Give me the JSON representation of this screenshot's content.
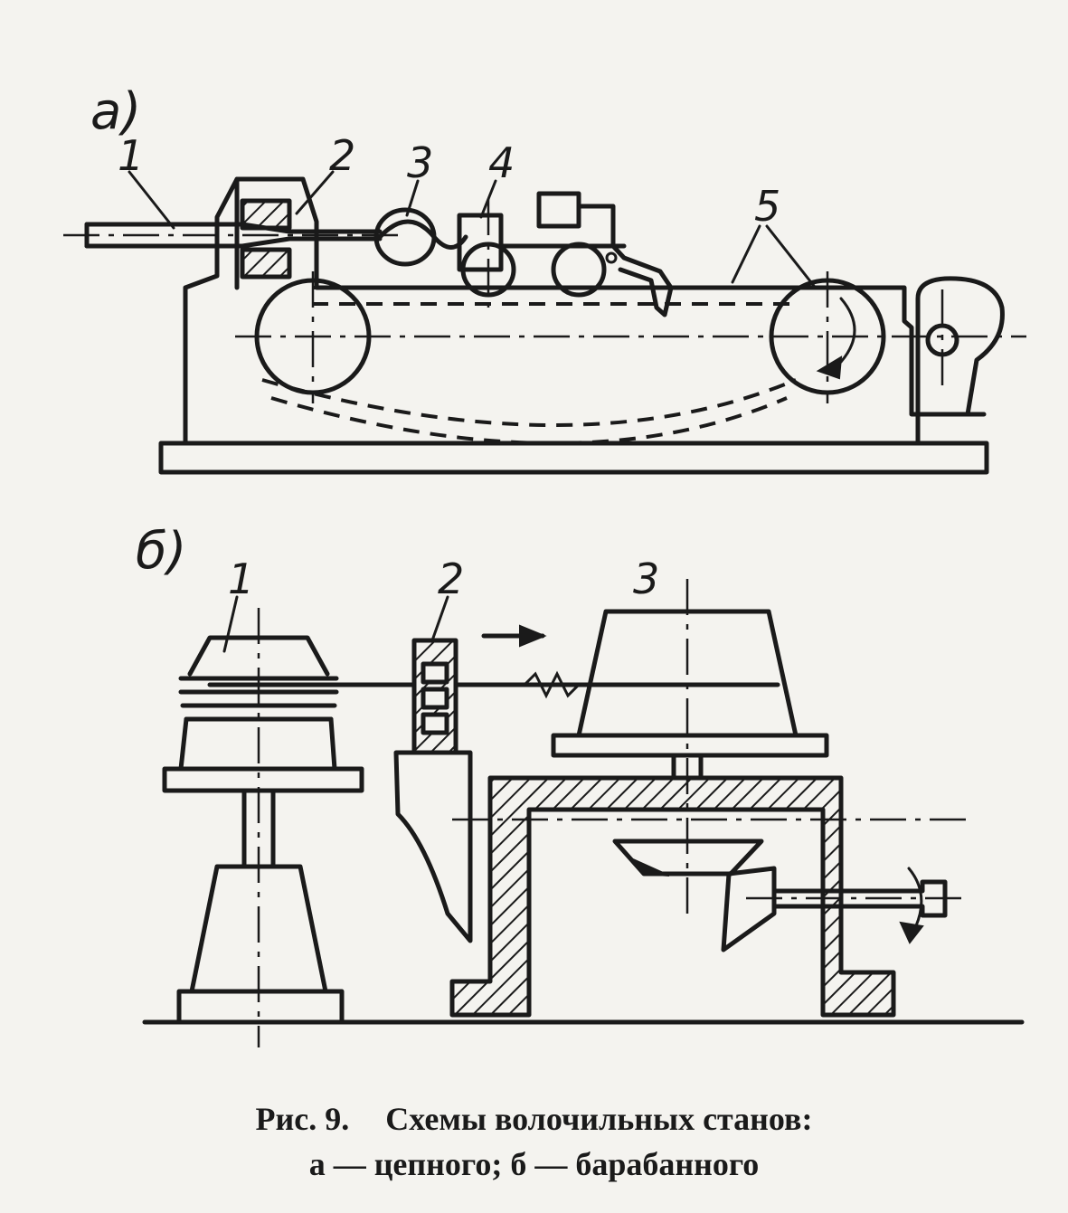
{
  "figure": {
    "panel_a": {
      "label": "а)",
      "numbers": [
        "1",
        "2",
        "3",
        "4",
        "5"
      ]
    },
    "panel_b": {
      "label": "б)",
      "numbers": [
        "1",
        "2",
        "3"
      ]
    }
  },
  "caption": {
    "figure_number": "Рис. 9.",
    "title": "Схемы волочильных станов:",
    "subtitle": "а — цепного; б — барабанного"
  }
}
